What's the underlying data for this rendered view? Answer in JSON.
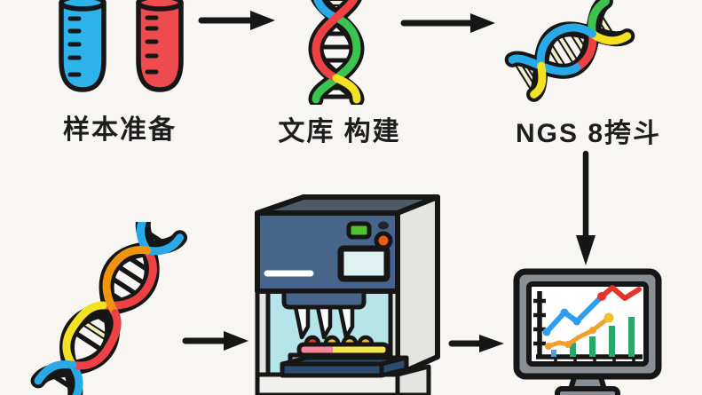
{
  "labels": {
    "sample_prep": "样本准备",
    "library_construction": "文库 构建",
    "ngs_sequencing": "NGS 8挎斗"
  },
  "icons": {
    "test_tubes": "test-tubes-icon",
    "dna_library": "dna-helix-icon",
    "dna_sequence": "dna-helix-icon",
    "dna_sample": "dna-helix-icon",
    "sequencer": "dna-sequencer-machine-icon",
    "analysis_monitor": "monitor-chart-icon",
    "arrow_top_1": "arrow-right-icon",
    "arrow_top_2": "arrow-right-icon",
    "arrow_down": "arrow-down-icon",
    "arrow_bottom_1": "arrow-right-icon",
    "arrow_bottom_2": "arrow-right-icon"
  },
  "colors": {
    "background": "#f7f6f3",
    "outline": "#161616",
    "tube_blue": "#2cb3ea",
    "tube_red": "#ee4b4e",
    "dna_blue": "#2aa9e8",
    "dna_green": "#3cc24e",
    "dna_red": "#ee4144",
    "dna_yellow": "#f4e222",
    "dna_orange": "#f0930f",
    "rung_cream": "#f2eec9",
    "machine_panel_blue": "#47648a",
    "machine_body_gray": "#e4e4e1",
    "machine_top_gray": "#4e5a64",
    "machine_chamber_cyan": "#b5e5e9",
    "machine_screen_cyan": "#dff2f2",
    "indicator_green": "#4fc32a",
    "button_orange": "#ea5c12",
    "stage_blue": "#2b4c70",
    "sample_pink": "#f8849a",
    "sample_yellow": "#f5e74e",
    "tray_mauve": "#c9a9b4",
    "monitor_gray": "#8a8f96",
    "chart_green": "#2aa869",
    "chart_blue": "#2e9df0",
    "chart_orange": "#ef9f2f",
    "chart_yellow": "#f2c12c",
    "chart_red": "#e63329"
  },
  "monitor_chart": {
    "type": "decorative",
    "bars": {
      "count": 5,
      "trend": "rising",
      "color": "#2aa869"
    },
    "lines": [
      {
        "color": "#2e9df0",
        "trend": "rising-with-dip"
      },
      {
        "color": "#ef9f2f",
        "trend": "rising"
      },
      {
        "color": "#e63329",
        "trend": "zigzag-top-right"
      }
    ],
    "axes": {
      "y_ticks": 4,
      "x_ticks": 5
    }
  }
}
